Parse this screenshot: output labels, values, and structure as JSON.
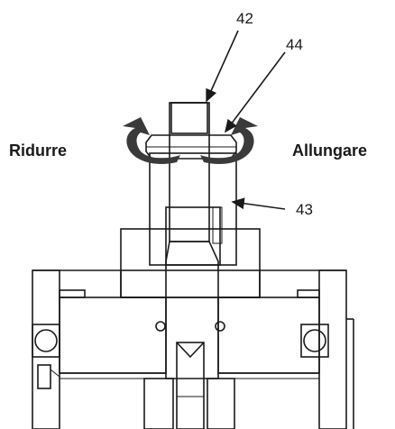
{
  "callouts": {
    "part_42": "42",
    "part_44": "44",
    "part_43": "43"
  },
  "actions": {
    "reduce": "Ridurre",
    "lengthen": "Allungare"
  },
  "colors": {
    "line": "#1a1a1a",
    "arrow": "#3a3a3a",
    "background": "#ffffff"
  },
  "icons": {
    "left_arrow": "curved-arrow-counterclockwise-icon",
    "right_arrow": "curved-arrow-clockwise-icon"
  }
}
